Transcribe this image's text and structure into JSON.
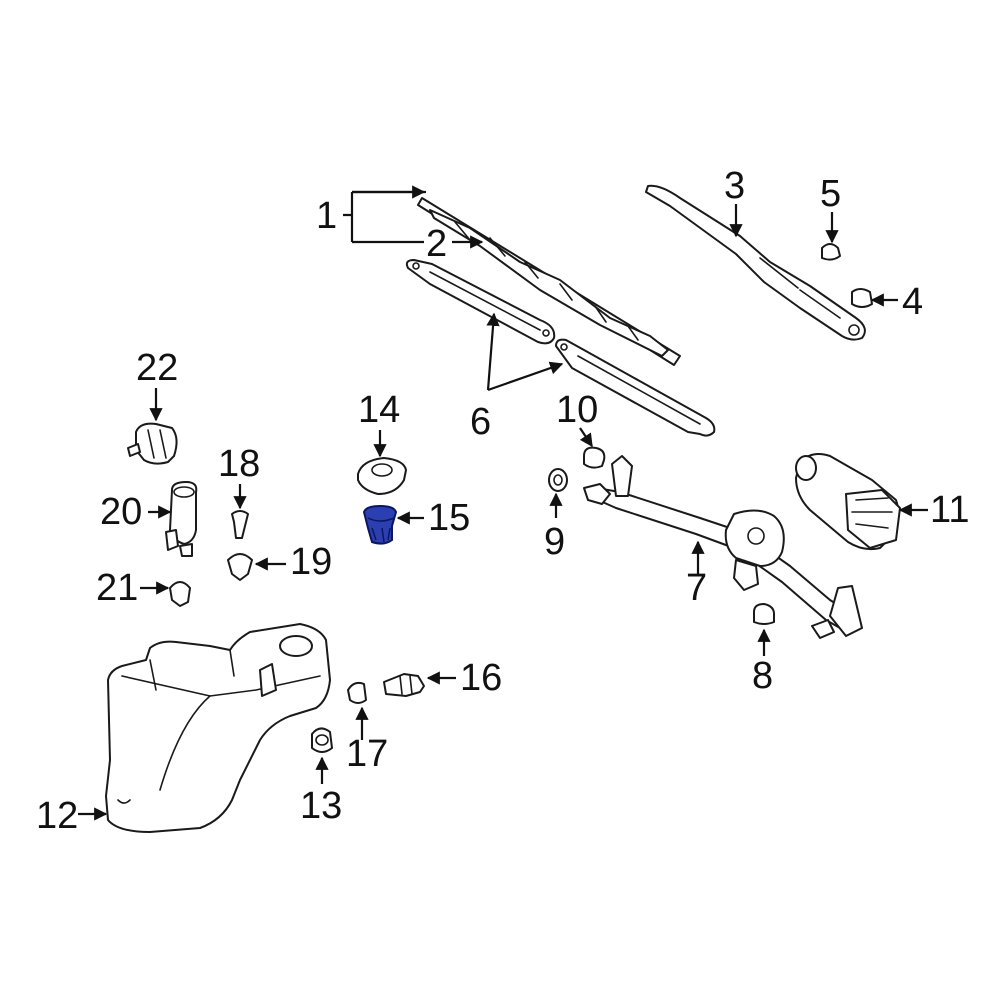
{
  "diagram": {
    "highlight_color": "#2b3fb0",
    "line_color": "#1a1a1a",
    "background": "#ffffff",
    "highlighted_part": "15",
    "callouts": {
      "c1": "1",
      "c2": "2",
      "c3": "3",
      "c4": "4",
      "c5": "5",
      "c6": "6",
      "c7": "7",
      "c8": "8",
      "c9": "9",
      "c10": "10",
      "c11": "11",
      "c12": "12",
      "c13": "13",
      "c14": "14",
      "c15": "15",
      "c16": "16",
      "c17": "17",
      "c18": "18",
      "c19": "19",
      "c20": "20",
      "c21": "21",
      "c22": "22"
    }
  }
}
